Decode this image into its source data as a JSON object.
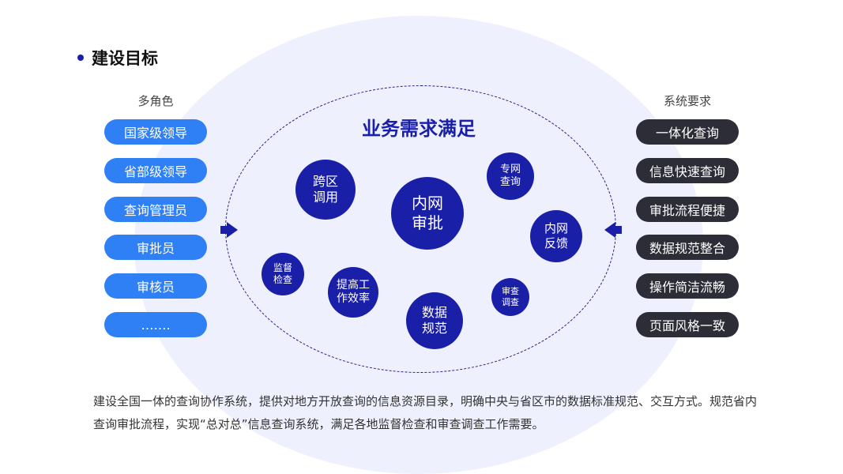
{
  "heading": "建设目标",
  "left": {
    "header": "多角色",
    "items": [
      "国家级领导",
      "省部级领导",
      "查询管理员",
      "审批员",
      "审核员",
      "……."
    ]
  },
  "right": {
    "header": "系统要求",
    "items": [
      "一体化查询",
      "信息快速查询",
      "审批流程便捷",
      "数据规范整合",
      "操作简洁流畅",
      "页面风格一致"
    ]
  },
  "center": {
    "title": "业务需求满足",
    "bubbles": {
      "inner_approval": "内网\n审批",
      "cross_region": "跨区\n调用",
      "private_query": "专网\n查询",
      "inner_feedback": "内网\n反馈",
      "supervision": "监督\n检查",
      "efficiency": "提高工\n作效率",
      "data_norm": "数据\n规范",
      "audit_survey": "审查\n调查"
    }
  },
  "description": "建设全国一体的查询协作系统，提供对地方开放查询的信息资源目录，明确中央与省区市的数据标准规范、交互方式。规范省内查询审批流程，实现“总对总”信息查询系统，满足各地监督检查和审查调查工作需要。",
  "colors": {
    "accent": "#1a1fa8",
    "pill_blue": "#2f80f5",
    "pill_dark": "#2c2d36",
    "background_ellipse": "#eef0fd"
  }
}
